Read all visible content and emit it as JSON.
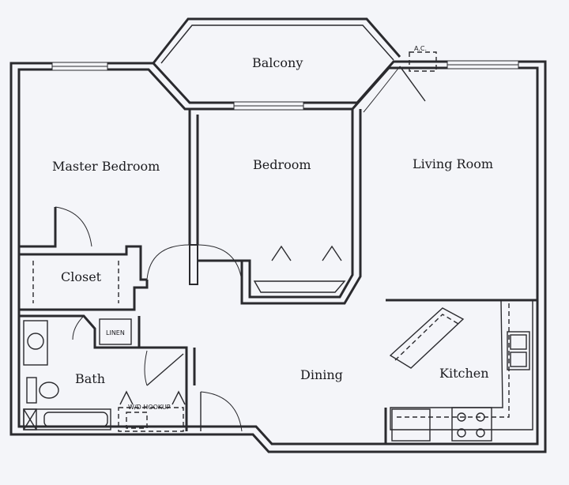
{
  "rooms": {
    "balcony": "Balcony",
    "master_bedroom": "Master Bedroom",
    "bedroom": "Bedroom",
    "living_room": "Living Room",
    "closet": "Closet",
    "bath": "Bath",
    "dining": "Dining",
    "kitchen": "Kitchen"
  },
  "fixtures": {
    "ac": "A.C.",
    "linen": "LINEN",
    "wd_hookup": "W/D HOOKUP"
  }
}
